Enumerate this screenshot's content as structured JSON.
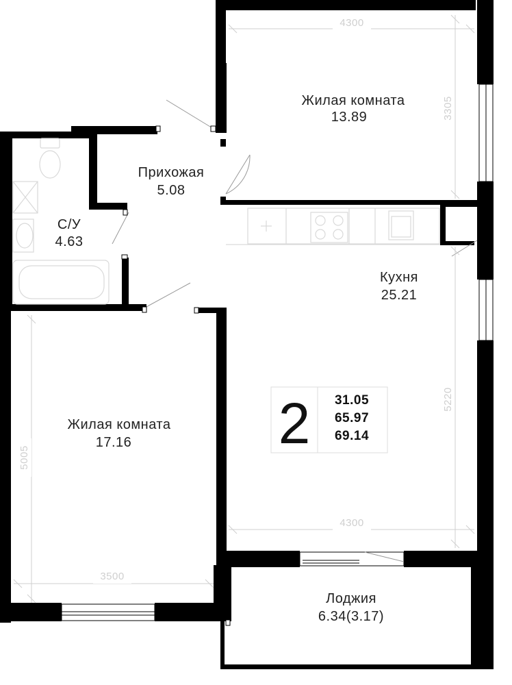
{
  "rooms": {
    "living_top": {
      "name": "Жилая комната",
      "area": "13.89"
    },
    "hallway": {
      "name": "Прихожая",
      "area": "5.08"
    },
    "bathroom": {
      "name": "С/У",
      "area": "4.63"
    },
    "kitchen": {
      "name": "Кухня",
      "area": "25.21"
    },
    "living_left": {
      "name": "Жилая комната",
      "area": "17.16"
    },
    "loggia": {
      "name": "Лоджия",
      "area": "6.34(3.17)"
    }
  },
  "dimensions": {
    "top_width": "4300",
    "top_height": "3305",
    "kitchen_height": "5220",
    "kitchen_width": "4300",
    "left_height": "5005",
    "left_width": "3500"
  },
  "badge": {
    "rooms_count": "2",
    "living_area": "31.05",
    "total_area": "65.97",
    "area_with_loggia": "69.14"
  },
  "colors": {
    "wall": "#000000",
    "dimension": "#cfcfcf",
    "fixture": "#d9d9d9"
  }
}
